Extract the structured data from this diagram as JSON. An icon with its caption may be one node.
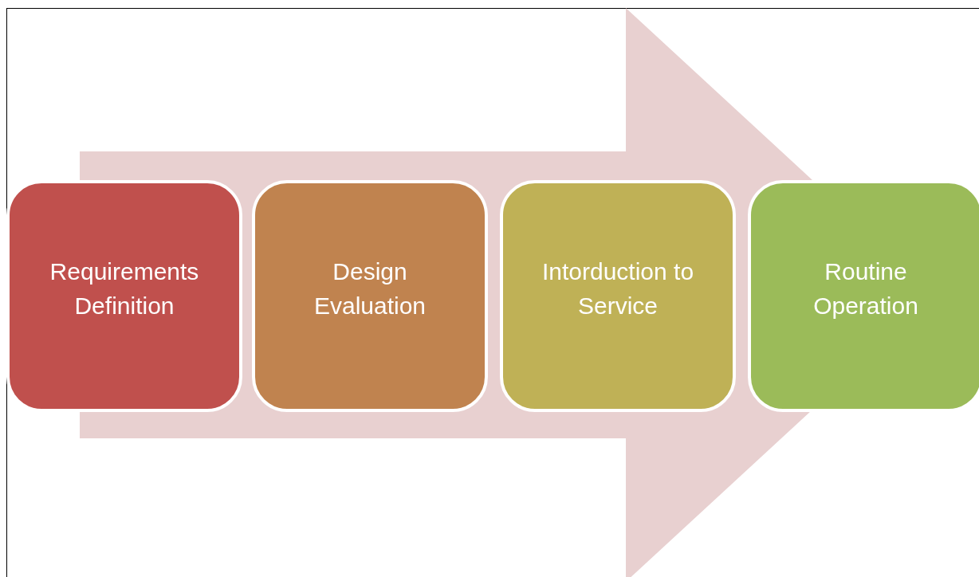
{
  "diagram": {
    "nodes": [
      {
        "text": [
          "Requirements Definition"
        ]
      },
      {
        "text": [
          "Design Evaluation"
        ]
      },
      {
        "text": [
          "Intorduction to Service"
        ]
      },
      {
        "text": [
          "Routine Operation"
        ]
      }
    ],
    "edges": [
      {
        "from": 0,
        "to": 3,
        "arrow": "to",
        "style": "thick"
      }
    ]
  }
}
